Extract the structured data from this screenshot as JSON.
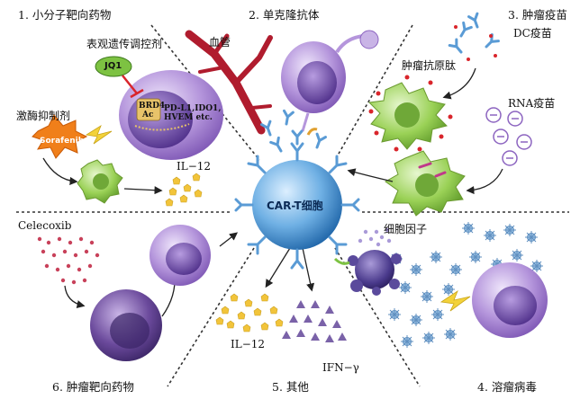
{
  "sections": {
    "s1": "1. 小分子靶向药物",
    "s2": "2. 单克隆抗体",
    "s3": "3. 肿瘤疫苗",
    "s4": "4. 溶瘤病毒",
    "s5": "5. 其他",
    "s6": "6. 肿瘤靶向药物"
  },
  "center": {
    "label": "CAR-T细胞"
  },
  "labels": {
    "epigenetic": "表观遗传调控剂",
    "jq1": "JQ1",
    "brd4": "BRD4",
    "ac": "Ac",
    "pdl1": "PD-L1,IDO1,",
    "hvem": "HVEM etc.",
    "kinase_inhibitor": "激酶抑制剂",
    "sorafenib": "Sorafenib",
    "il12_top": "IL−12",
    "vessel": "血管",
    "dc_vaccine": "DC疫苗",
    "tumor_antigen": "肿瘤抗原肽",
    "rna_vaccine": "RNA疫苗",
    "cytokine": "细胞因子",
    "celecoxib": "Celecoxib",
    "il12_bottom": "IL−12",
    "ifn": "IFN−γ"
  },
  "colors": {
    "car_t": "#2f7fc1",
    "tumor_cell": "#8c64c0",
    "dc_cell": "#8cc63f",
    "blood_vessel": "#b01c2e",
    "sorafenib_burst": "#f07f1a",
    "jq1_badge": "#7dc242",
    "il12_dots": "#f2c43a",
    "virus": "#7aaed6",
    "celecoxib_dots": "#c8415a",
    "ifn_triangles": "#7a62a8",
    "antibody": "#5a9bd5"
  },
  "icons": [
    "car-t-cell-icon",
    "tumor-cell-icon",
    "dendritic-cell-icon",
    "blood-vessel-icon",
    "antibody-icon",
    "virus-icon",
    "lightning-icon",
    "arrow-icon"
  ]
}
